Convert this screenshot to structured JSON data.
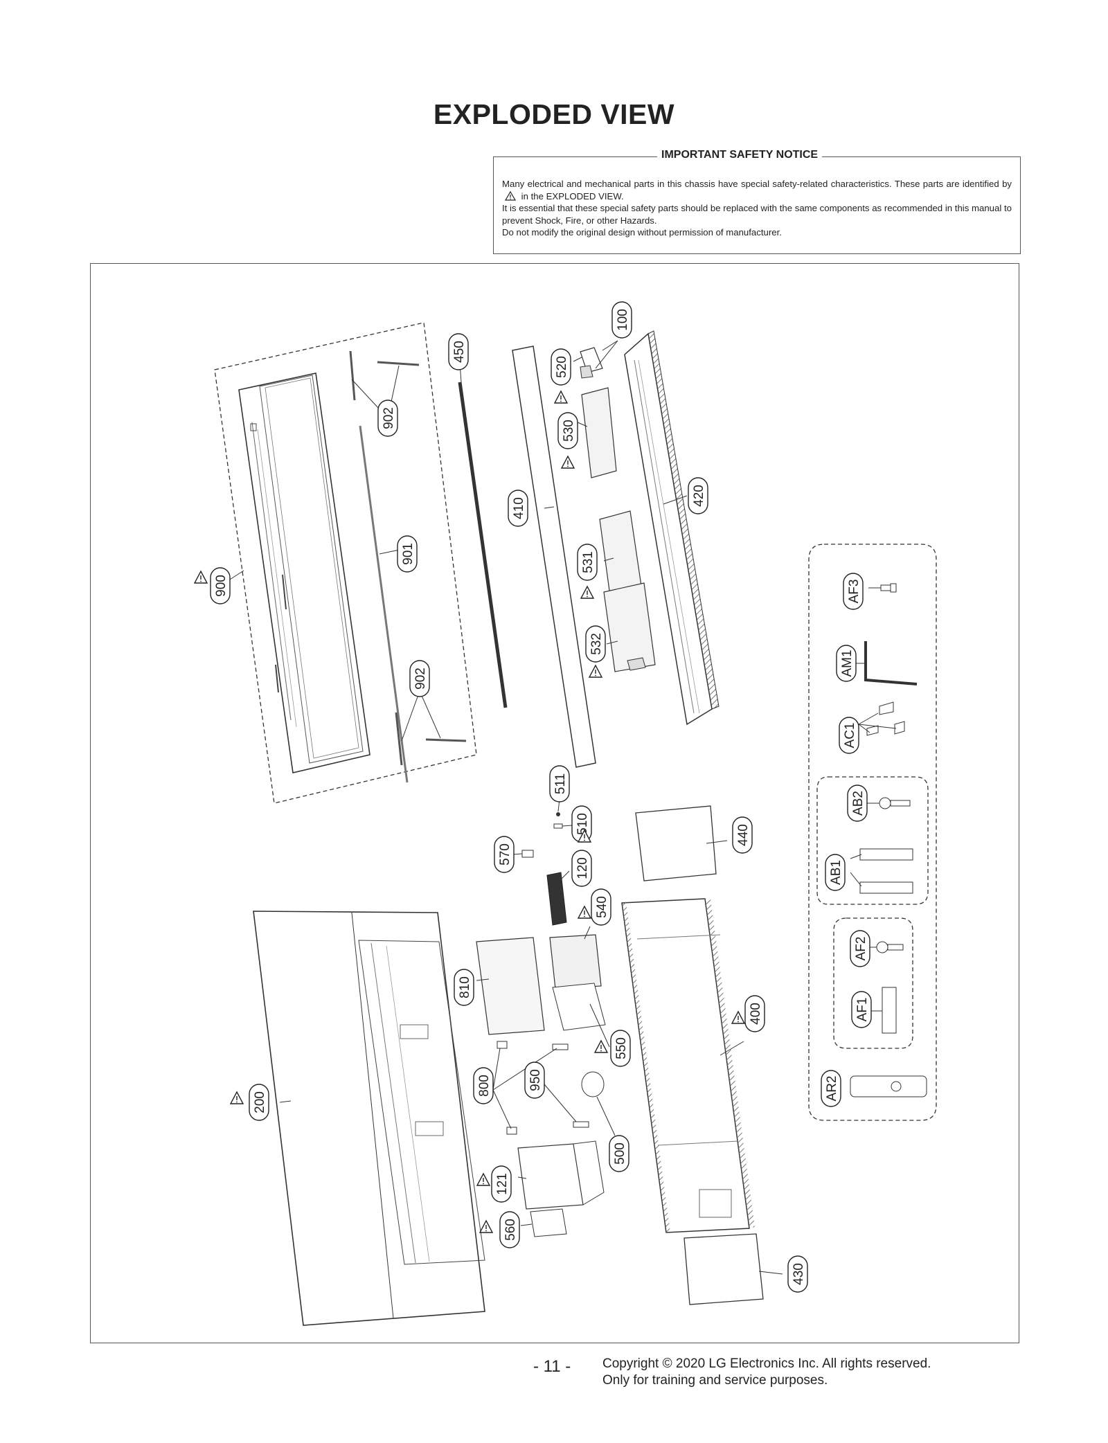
{
  "title": "EXPLODED VIEW",
  "notice": {
    "heading": "IMPORTANT SAFETY NOTICE",
    "line1_before_icon": "Many electrical and mechanical parts in this chassis have special safety-related characteristics. These parts are identified by",
    "line1_after_icon": "in the EXPLODED VIEW.",
    "line2": "It is essential that these special safety parts should be replaced with the same components as recommended in this manual to prevent Shock, Fire, or other Hazards.",
    "line3": "Do not modify the original design without permission of manufacturer."
  },
  "callouts": {
    "c100": "100",
    "c520": "520",
    "c530": "530",
    "c450": "450",
    "c902a": "902",
    "c410": "410",
    "c420": "420",
    "c900": "900",
    "c901": "901",
    "c531": "531",
    "c532": "532",
    "c902b": "902",
    "c511": "511",
    "c510": "510",
    "c570": "570",
    "c120": "120",
    "c440": "440",
    "c540": "540",
    "c810": "810",
    "c400": "400",
    "c550": "550",
    "c200": "200",
    "c800": "800",
    "c950": "950",
    "c500": "500",
    "c121": "121",
    "c560": "560",
    "c430": "430",
    "af3": "AF3",
    "am1": "AM1",
    "ac1": "AC1",
    "ab2": "AB2",
    "ab1": "AB1",
    "af2": "AF2",
    "af1": "AF1",
    "ar2": "AR2"
  },
  "footer": {
    "page_number": "- 11 -",
    "copyright_line1": "Copyright © 2020 LG Electronics Inc. All rights reserved.",
    "copyright_line2": "Only for training and service purposes."
  }
}
